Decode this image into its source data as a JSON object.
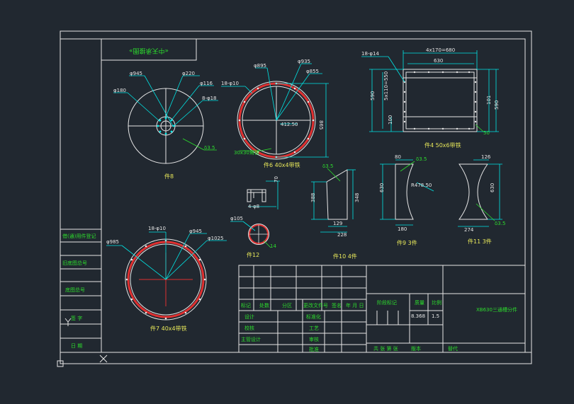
{
  "colors": {
    "background": "#212830",
    "frame": "#e6e6e6",
    "dimension": "#00e5e5",
    "leader": "#2ddd2d",
    "part_label": "#e8e85a",
    "cut_red": "#e03030"
  },
  "stamp": {
    "text": "«中天承接图»"
  },
  "parts": {
    "p8": {
      "label": "件8",
      "d1": "φ945",
      "d2": "φ220",
      "d3": "φ116",
      "d4": "8-φ18",
      "d5": "φ180",
      "thk": "δ3.5"
    },
    "p6": {
      "label": "件6 40x4带铁",
      "d1": "φ895",
      "d2": "φ935",
      "d3": "φ855",
      "d4": "18-φ10",
      "r": "412.50",
      "h": "865",
      "angle": "30x30角铁"
    },
    "p4": {
      "label": "件4 50x6带铁",
      "d1": "18-φ14",
      "w1": "4x170=680",
      "w2": "630",
      "h1": "590",
      "h2": "5x110=550",
      "h3": "100",
      "h4": "101",
      "h5": "590",
      "h6": "50"
    },
    "p12": {
      "label": "件12",
      "h": "70",
      "hole": "4-φ8",
      "d": "φ105",
      "thk": "14"
    },
    "p10": {
      "label": "件10 4件",
      "thk": "δ3.5",
      "h1": "388",
      "h2": "348",
      "w1": "129",
      "w2": "228"
    },
    "p9": {
      "label": "件9 3件",
      "w": "80",
      "thk": "δ3.5",
      "r": "R478.50",
      "h": "630",
      "b": "180"
    },
    "p11": {
      "label": "件11 3件",
      "w": "126",
      "h": "630",
      "b": "274",
      "thk": "δ3.5"
    },
    "p7": {
      "label": "件7 40x4带铁",
      "d1": "18-φ10",
      "d2": "φ945",
      "d3": "φ985",
      "d4": "φ1025"
    }
  },
  "side_table": [
    "借(通)用件登记",
    "旧底图总号",
    "底图总号",
    "签 字",
    "日 期"
  ],
  "title_block": {
    "h_mark": "标记",
    "h_count": "处数",
    "h_zone": "分区",
    "h_docno": "更改文件号",
    "h_sign": "签名",
    "h_date": "年 月 日",
    "h_stage": "阶段标记",
    "h_weight": "质量",
    "h_scale": "比例",
    "weight": "8.368",
    "scale": "1.5",
    "name": "XB630三通槽分件",
    "r_design": "设计",
    "r_check": "校核",
    "r_lead": "主管设计",
    "r_std": "标准化",
    "r_craft": "工艺",
    "r_review": "审核",
    "r_approve": "批准",
    "sheets": "共 张 第 张",
    "version": "版本",
    "replace": "替代"
  }
}
